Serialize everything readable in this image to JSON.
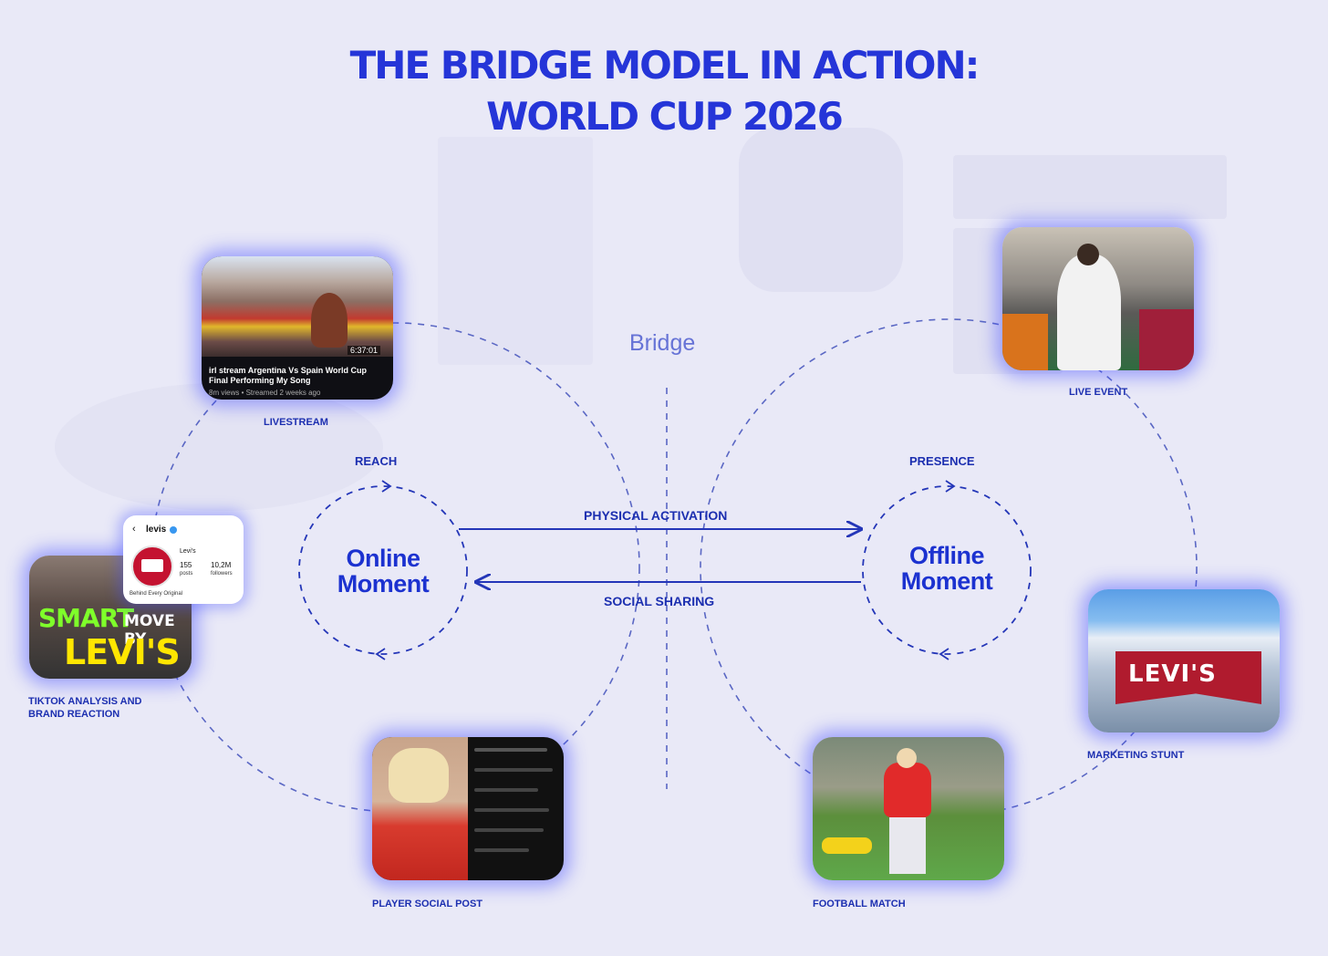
{
  "title": {
    "line1": "THE BRIDGE MODEL IN ACTION:",
    "line2": "WORLD CUP 2026"
  },
  "bridge_label": "Bridge",
  "online_moment": "Online Moment",
  "offline_moment": "Offline Moment",
  "reach_label": "REACH",
  "presence_label": "PRESENCE",
  "physical_activation_label": "PHYSICAL ACTIVATION",
  "social_sharing_label": "SOCIAL SHARING",
  "nodes": {
    "livestream": "LIVESTREAM",
    "live_event": "LIVE EVENT",
    "tiktok": "TIKTOK ANALYSIS AND BRAND REACTION",
    "marketing_stunt": "MARKETING STUNT",
    "player_social_post": "PLAYER SOCIAL POST",
    "football_match": "FOOTBALL MATCH"
  },
  "livestream_card": {
    "duration": "6:37:01",
    "title_text": "irl stream Argentina Vs Spain World Cup Final Performing My Song",
    "meta_text": "8m views • Streamed 2 weeks ago"
  },
  "levis_profile": {
    "handle": "levis",
    "name": "Levi's",
    "posts_count": "155",
    "posts_label": "posts",
    "followers_count": "10,2M",
    "followers_label": "followers",
    "bio": "Behind Every Original"
  },
  "tiktok_card": {
    "line1a": "SMART",
    "line1b": "MOVE BY",
    "line2": "LEVI'S"
  },
  "stunt_card": {
    "sign_text": "LEVI'S"
  },
  "colors": {
    "accent_blue": "#2535d8",
    "line_blue": "#2436b8",
    "glow": "#4650ff",
    "background": "#e9e9f7"
  }
}
